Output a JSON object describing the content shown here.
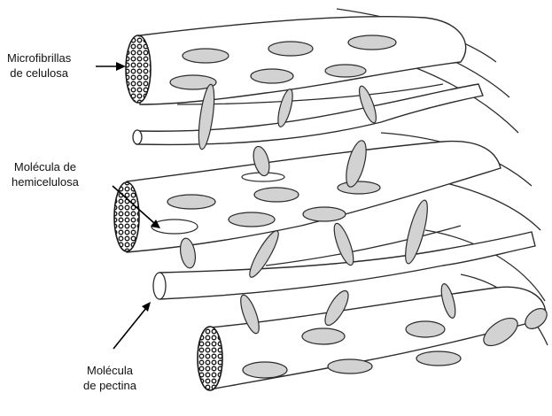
{
  "labels": {
    "microfibrillas_line1": "Microfibrillas",
    "microfibrillas_line2": "de celulosa",
    "hemicelulosa_line1": "Molécula de",
    "hemicelulosa_line2": "hemicelulosa",
    "pectina_line1": "Molécula",
    "pectina_line2": "de pectina"
  },
  "colors": {
    "hemicellulose_fill": "#d2d2d2",
    "outline": "#2b2b2b"
  }
}
